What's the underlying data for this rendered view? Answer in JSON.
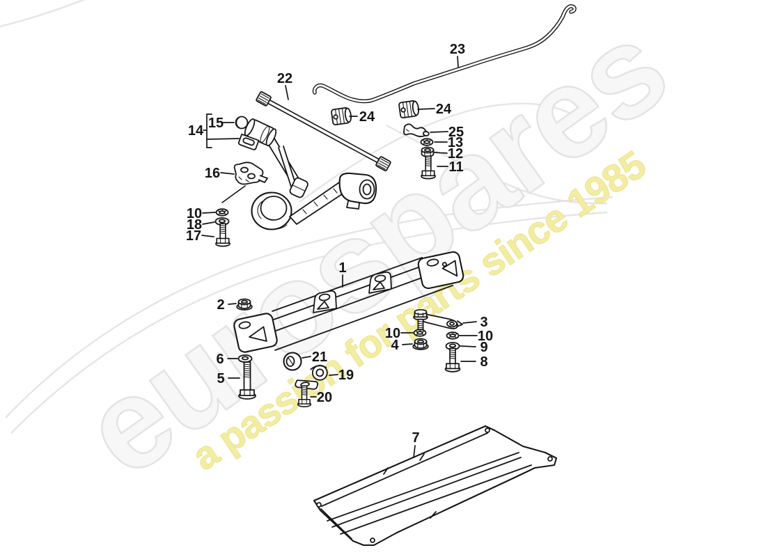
{
  "diagram": {
    "kind": "exploded-parts-diagram",
    "line_color": "#161616",
    "background": "#ffffff"
  },
  "watermark": {
    "brand": "eurospares",
    "tagline": "a passion for parts since 1985",
    "brand_fill": "#f7f7f7",
    "brand_outline": "#e3e3e3",
    "tagline_color": "#f2eda0",
    "swoosh_color": "#e1e1e1"
  },
  "callouts": [
    {
      "label": "23"
    },
    {
      "label": "22"
    },
    {
      "label": "24"
    },
    {
      "label": "24"
    },
    {
      "label": "25"
    },
    {
      "label": "13"
    },
    {
      "label": "12"
    },
    {
      "label": "11"
    },
    {
      "label": "14"
    },
    {
      "label": "15"
    },
    {
      "label": "16"
    },
    {
      "label": "10"
    },
    {
      "label": "18"
    },
    {
      "label": "17"
    },
    {
      "label": "1"
    },
    {
      "label": "2"
    },
    {
      "label": "3"
    },
    {
      "label": "10"
    },
    {
      "label": "4"
    },
    {
      "label": "10"
    },
    {
      "label": "9"
    },
    {
      "label": "8"
    },
    {
      "label": "6"
    },
    {
      "label": "5"
    },
    {
      "label": "21"
    },
    {
      "label": "19"
    },
    {
      "label": "20"
    },
    {
      "label": "7"
    }
  ]
}
